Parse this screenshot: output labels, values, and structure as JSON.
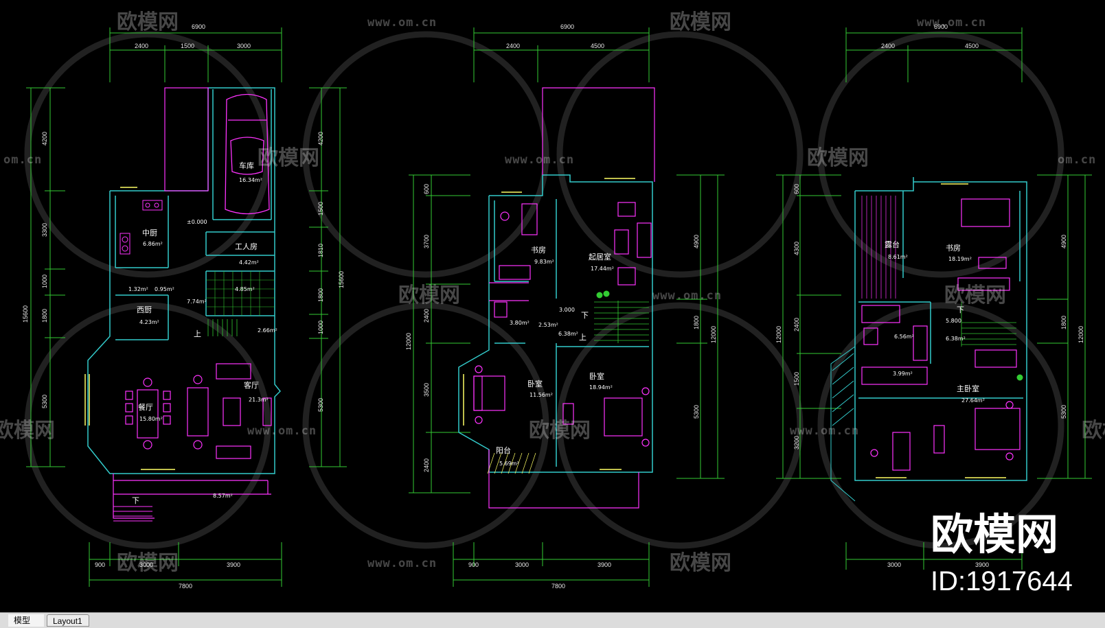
{
  "plans": [
    {
      "dims_top": [
        "6900",
        "2400",
        "1500",
        "3000"
      ],
      "dims_bottom": [
        "900",
        "3000",
        "3900",
        "7800"
      ],
      "dims_left": [
        "4200",
        "3300",
        "1000",
        "1800",
        "5300",
        "15600"
      ],
      "dims_right": [
        "4200",
        "1500",
        "1810",
        "1800",
        "1000",
        "5300",
        "15600"
      ],
      "rooms": [
        {
          "name": "车库",
          "area": "16.34m²"
        },
        {
          "name": "中厨",
          "area": "6.86m²"
        },
        {
          "name": "工人房",
          "area": "4.42m²"
        },
        {
          "name": "西厨",
          "area": "4.23m²"
        },
        {
          "name": "餐厅",
          "area": "15.80m²"
        },
        {
          "name": "客厅",
          "area": "21.3m²"
        }
      ],
      "extras": [
        "±0.000",
        "1.32m²",
        "0.95m²",
        "4.85m²",
        "7.74m²",
        "2.66m²",
        "8.57m²",
        "上",
        "下"
      ]
    },
    {
      "dims_top": [
        "6900",
        "2400",
        "4500"
      ],
      "dims_bottom": [
        "900",
        "3000",
        "3900",
        "7800"
      ],
      "dims_left": [
        "600",
        "3700",
        "2400",
        "3500",
        "2400",
        "12000"
      ],
      "dims_right": [
        "4900",
        "1800",
        "5300",
        "12000"
      ],
      "rooms": [
        {
          "name": "书房",
          "area": "9.83m²"
        },
        {
          "name": "起居室",
          "area": "17.44m²"
        },
        {
          "name": "卧室",
          "area": "11.56m²"
        },
        {
          "name": "卧室",
          "area": "18.94m²"
        },
        {
          "name": "阳台",
          "area": "5.69m²"
        }
      ],
      "extras": [
        "3.000",
        "3.80m²",
        "2.53m²",
        "6.38m²",
        "下",
        "上"
      ]
    },
    {
      "dims_top": [
        "6900",
        "2400",
        "4500"
      ],
      "dims_bottom": [
        "3000",
        "3900"
      ],
      "dims_left": [
        "600",
        "4300",
        "2400",
        "1500",
        "3200",
        "12000"
      ],
      "dims_right": [
        "4900",
        "1800",
        "5300",
        "12000"
      ],
      "rooms": [
        {
          "name": "露台",
          "area": "8.61m²"
        },
        {
          "name": "书房",
          "area": "18.19m²"
        },
        {
          "name": "主卧室",
          "area": "27.64m²"
        }
      ],
      "extras": [
        "6.56m²",
        "5.800",
        "6.38m²",
        "3.99m²",
        "下"
      ]
    }
  ],
  "watermark": {
    "brand": "欧模网",
    "url": "www.om.cn",
    "url_partial": "om.cn",
    "brand_partial": "欧模网",
    "big_brand": "欧模网",
    "id": "ID:1917644"
  },
  "tabs": [
    {
      "label": "模型",
      "active": true
    },
    {
      "label": "Layout1",
      "active": false
    }
  ]
}
